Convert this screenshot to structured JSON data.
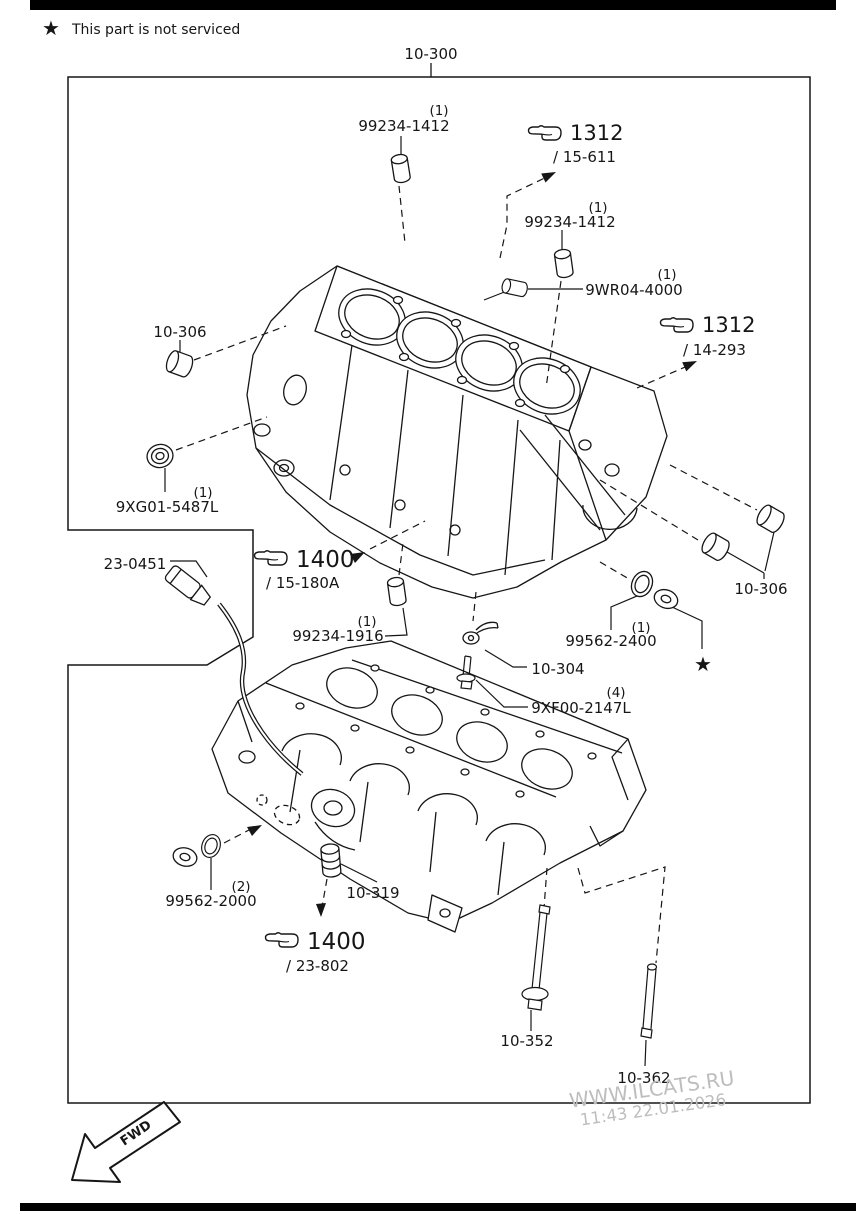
{
  "legend": {
    "star": "★",
    "text": "This part is not serviced"
  },
  "assembly": {
    "label": "10-300"
  },
  "marker": {
    "star": "★"
  },
  "parts": {
    "pin_top": {
      "qty": "(1)",
      "num": "99234-1412"
    },
    "pin_mid": {
      "qty": "(1)",
      "num": "99234-1412"
    },
    "pin_side": {
      "qty": "(1)",
      "num": "9WR04-4000"
    },
    "plug_left": {
      "num": "10-306"
    },
    "socket_plug": {
      "qty": "(1)",
      "num": "9XG01-5487L"
    },
    "sensor": {
      "num": "23-0451"
    },
    "pin_lower": {
      "qty": "(1)",
      "num": "99234-1916"
    },
    "plug_right": {
      "num": "10-306"
    },
    "seal_right": {
      "qty": "(1)",
      "num": "99562-2400"
    },
    "oil_jet": {
      "num": "10-304"
    },
    "jet_bolt": {
      "qty": "(4)",
      "num": "9XF00-2147L"
    },
    "seal_left": {
      "qty": "(2)",
      "num": "99562-2000"
    },
    "plug_bottom": {
      "num": "10-319"
    },
    "bolt_long": {
      "num": "10-352"
    },
    "stud": {
      "num": "10-362"
    }
  },
  "refs": {
    "sec15_611": {
      "code": "1312",
      "section": "/ 15-611"
    },
    "sec14_293": {
      "code": "1312",
      "section": "/ 14-293"
    },
    "sec15_180a": {
      "code": "1400",
      "section": "/ 15-180A"
    },
    "sec23_802": {
      "code": "1400",
      "section": "/ 23-802"
    }
  },
  "watermark": {
    "line1": "WWW.ILCATS.RU",
    "line2": "11:43 22.01.2026"
  },
  "fwd": {
    "label": "FWD"
  },
  "colors": {
    "line": "#161616",
    "watermark": "#bdbdbd"
  }
}
